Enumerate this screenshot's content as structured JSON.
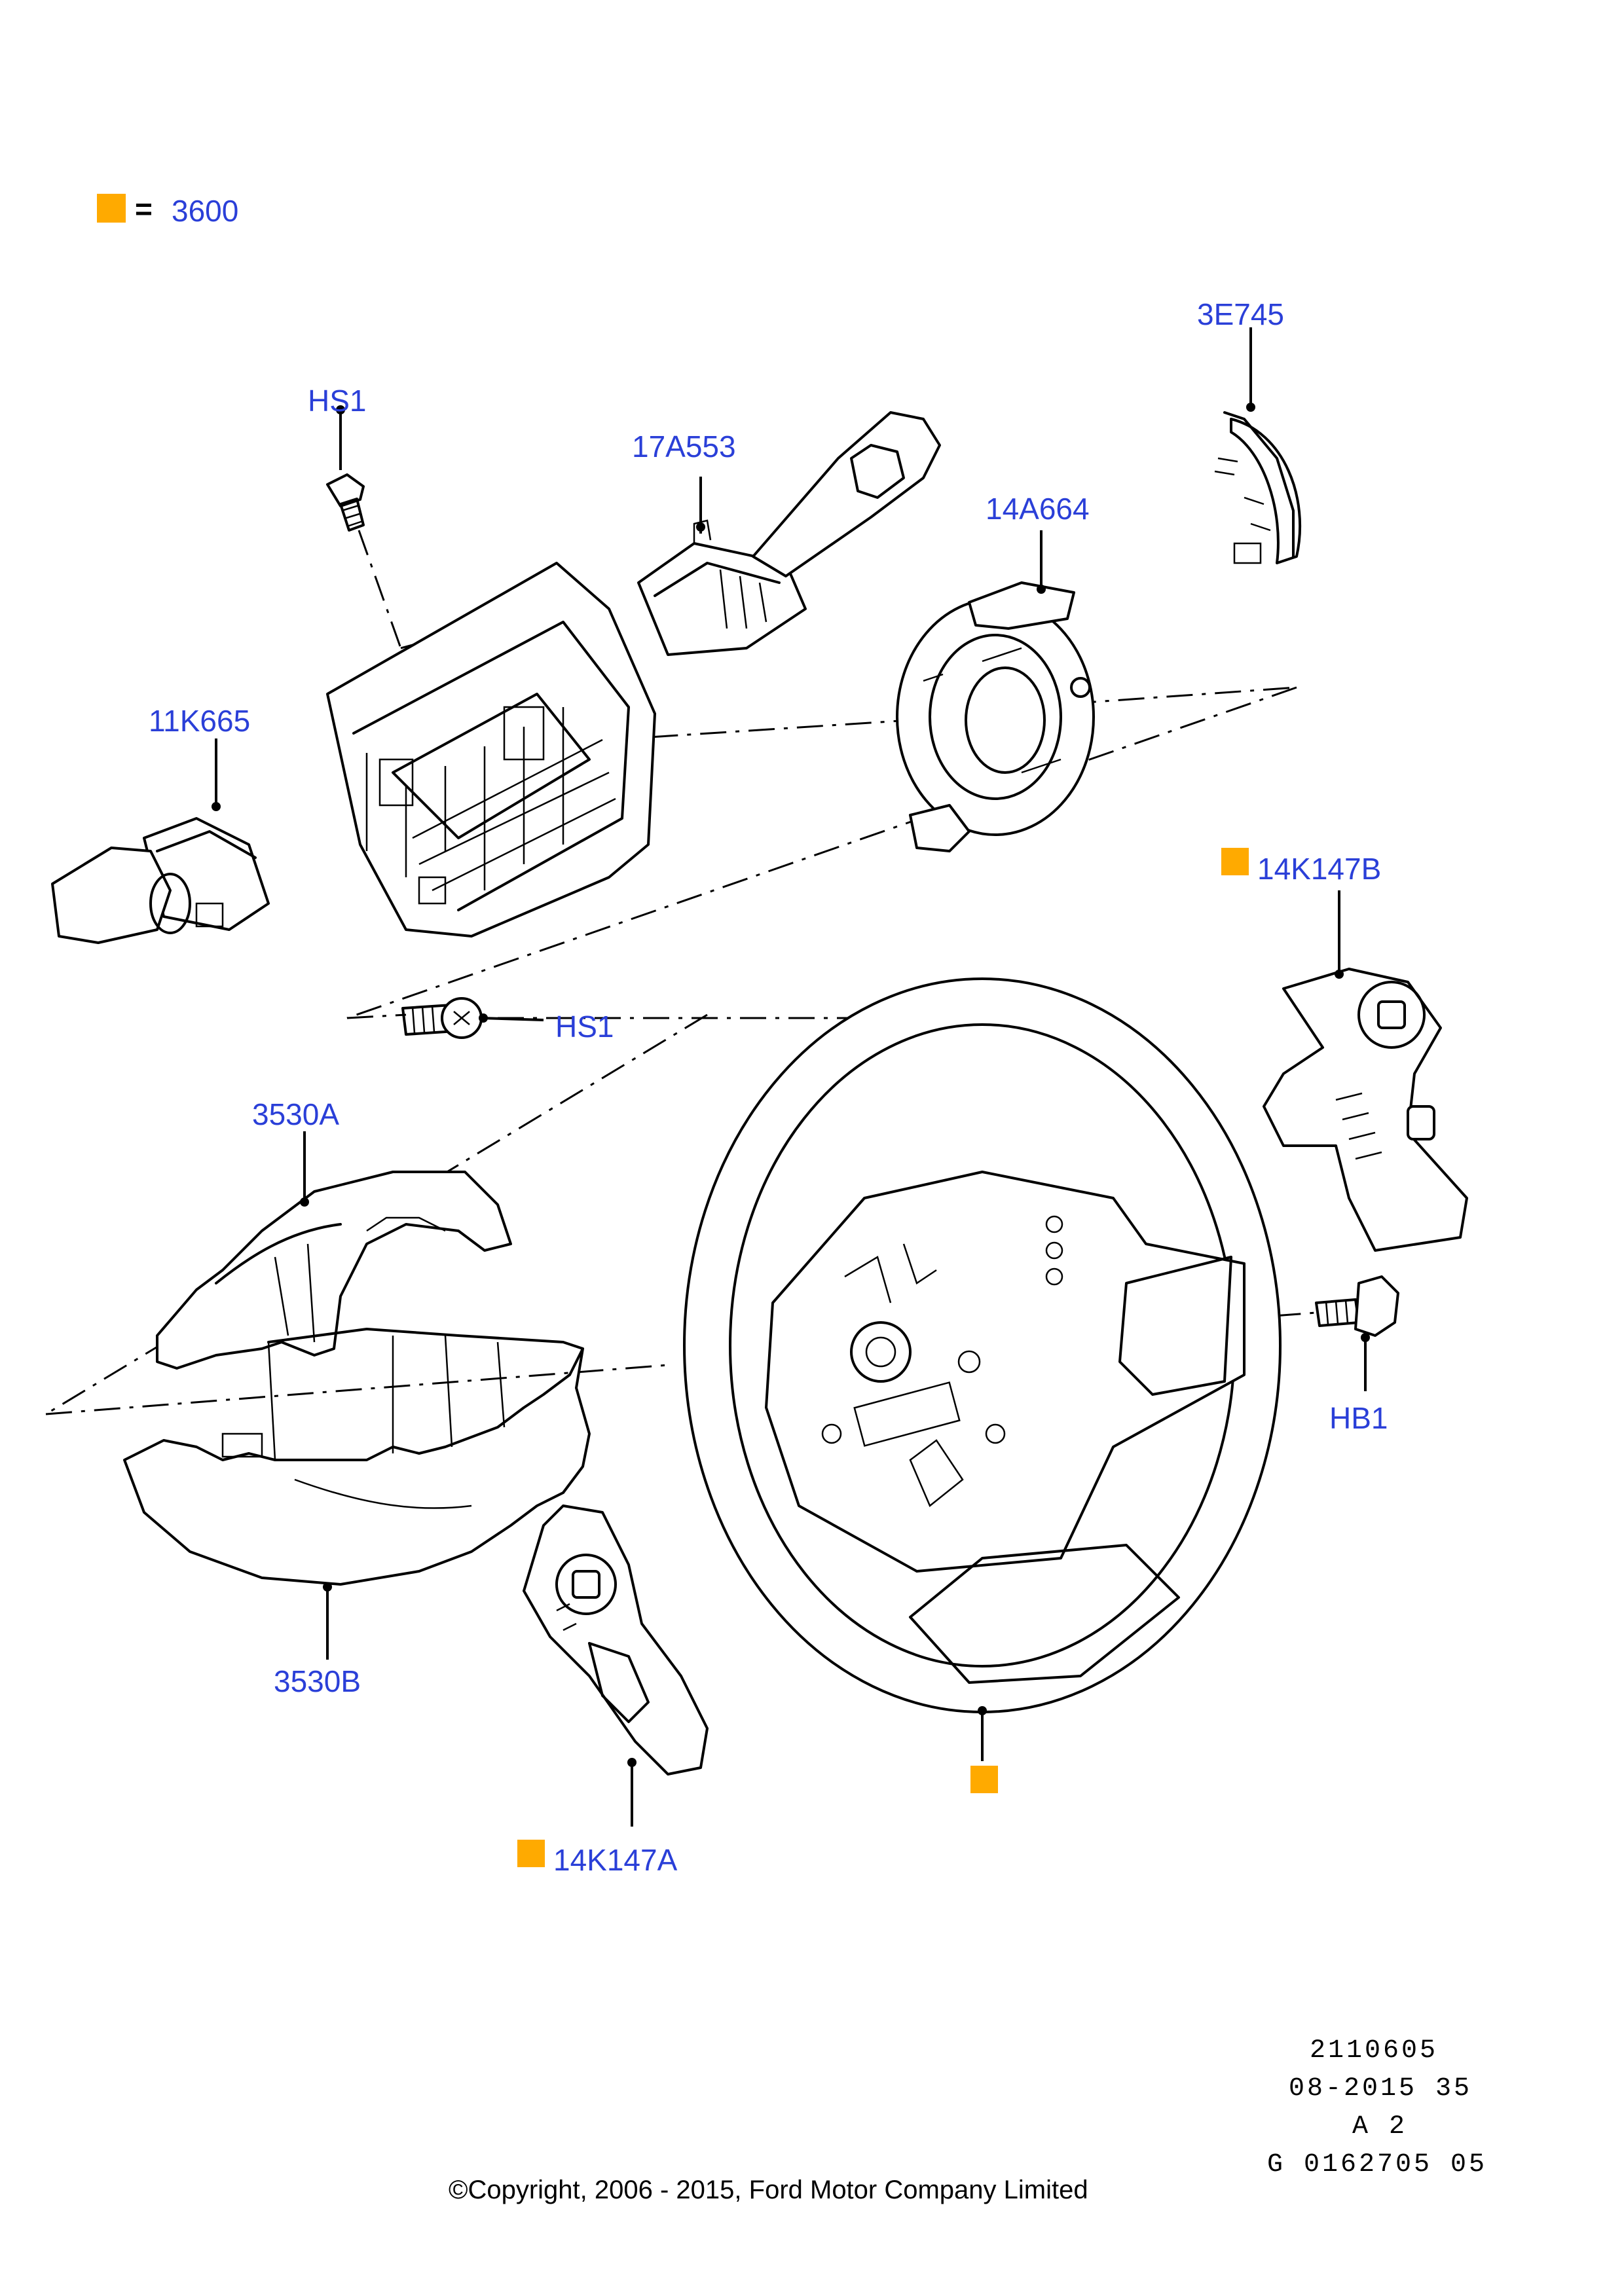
{
  "legend": {
    "equals_sign": "=",
    "code": "3600",
    "swatch_color": "#FFAA00"
  },
  "parts": [
    {
      "id": "hs1_top",
      "label": "HS1"
    },
    {
      "id": "17a553",
      "label": "17A553"
    },
    {
      "id": "3e745",
      "label": "3E745"
    },
    {
      "id": "14a664",
      "label": "14A664"
    },
    {
      "id": "11k665",
      "label": "11K665"
    },
    {
      "id": "14k147b",
      "label": "14K147B"
    },
    {
      "id": "hs1_bottom",
      "label": "HS1"
    },
    {
      "id": "3530a",
      "label": "3530A"
    },
    {
      "id": "hb1",
      "label": "HB1"
    },
    {
      "id": "3530b",
      "label": "3530B"
    },
    {
      "id": "14k147a",
      "label": "14K147A"
    }
  ],
  "reference": {
    "line1": "2110605",
    "line2": "08-2015 35",
    "line3": "A 2",
    "line4": "G 0162705 05"
  },
  "copyright": "©Copyright, 2006 - 2015, Ford Motor Company Limited",
  "colors": {
    "label_blue": "#2A3FD8",
    "marker_orange": "#FFAA00",
    "line_black": "#000000"
  }
}
